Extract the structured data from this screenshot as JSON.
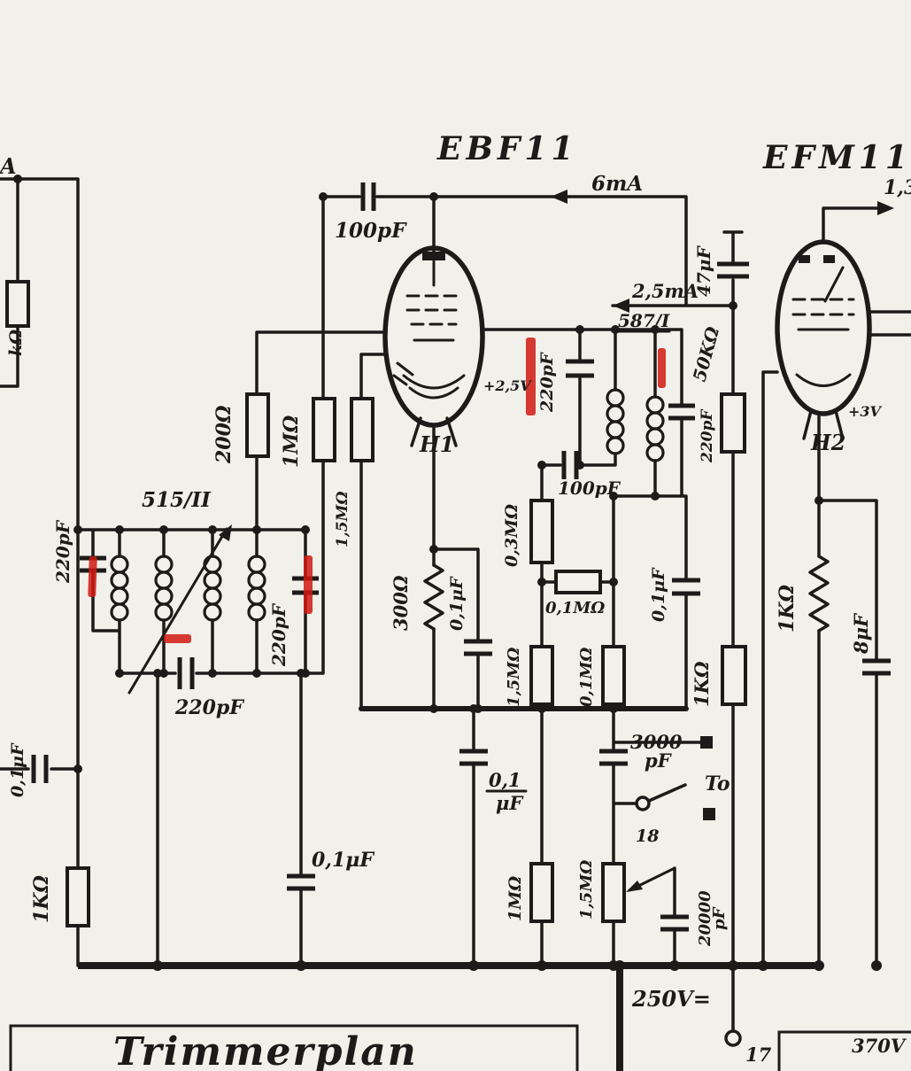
{
  "colors": {
    "paper": "#f2f0ea",
    "ink": "#1c1b19",
    "red": "#d01910"
  },
  "tubes": {
    "t1": "EBF11",
    "t2": "EFM11",
    "h1": "H1",
    "h2": "H2"
  },
  "annotations": {
    "i_anode": "6mA",
    "i_screen": "2,5mA",
    "ref_if2": "587/I",
    "ref_if1": "515/II",
    "v_g2": "+2,5V",
    "v_cath2": "+3V",
    "v_bus": "250V=",
    "v_right": "370V",
    "term_to": "To",
    "term_18": "18",
    "term_17": "17",
    "cut_a": "A",
    "cut_13": "1,3",
    "cut_kohm": "kΩ"
  },
  "components": {
    "c100_top": "100pF",
    "c47": "47μF",
    "r50k": "50KΩ",
    "r200": "200Ω",
    "r1m_screen": "1MΩ",
    "r15m_grid": "1,5MΩ",
    "c220_t1": "220pF",
    "c220_t4": "220pF",
    "c220_series": "220pF",
    "c220_det1": "220pF",
    "c220_det2": "220pF",
    "c100_det": "100pF",
    "r03m": "0,3MΩ",
    "r01m_top": "0,1MΩ",
    "r300": "300Ω",
    "c01_cathode": "0,1μF",
    "r15m_avc": "1,5MΩ",
    "r01m_det": "0,1MΩ",
    "c01_det": "0,1μF",
    "r1k_det": "1KΩ",
    "r1k_efm": "1KΩ",
    "c8": "8μF",
    "c01_left": "0,1μF",
    "r1k_left": "1KΩ",
    "c01_bottom": "0,1μF",
    "c01_coupling_value": "0,1",
    "c01_coupling_unit": "μF",
    "c3000_value": "3000",
    "c3000_unit": "pF",
    "c20000_value": "20000",
    "c20000_unit": "pF",
    "r1m_af": "1MΩ",
    "r15m_pot": "1,5MΩ"
  },
  "title_block": {
    "title": "Trimmerplan"
  }
}
